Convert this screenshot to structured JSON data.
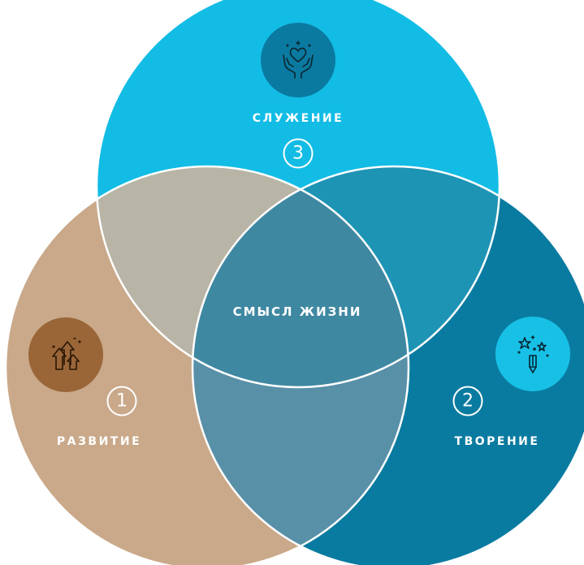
{
  "diagram": {
    "center_label": "СМЫСЛ ЖИЗНИ",
    "circles": [
      {
        "number": "1",
        "label": "РАЗВИТИЕ",
        "icon": "growth-arrows-icon",
        "color": "#c9a98a",
        "icon_bg": "#9a6638"
      },
      {
        "number": "2",
        "label": "ТВОРЕНИЕ",
        "icon": "creativity-pencil-icon",
        "color": "#0a7ba0",
        "icon_bg": "#18c0e6"
      },
      {
        "number": "3",
        "label": "СЛУЖЕНИЕ",
        "icon": "heart-hands-icon",
        "color": "#12bce5",
        "icon_bg": "#0b7aa0"
      }
    ],
    "overlap_colors": {
      "develop_serve": "#b8b4a6",
      "create_serve": "#1e94b5",
      "develop_create": "#5890a8",
      "center": "#3f88a2"
    },
    "outline_color": "#ffffff"
  }
}
